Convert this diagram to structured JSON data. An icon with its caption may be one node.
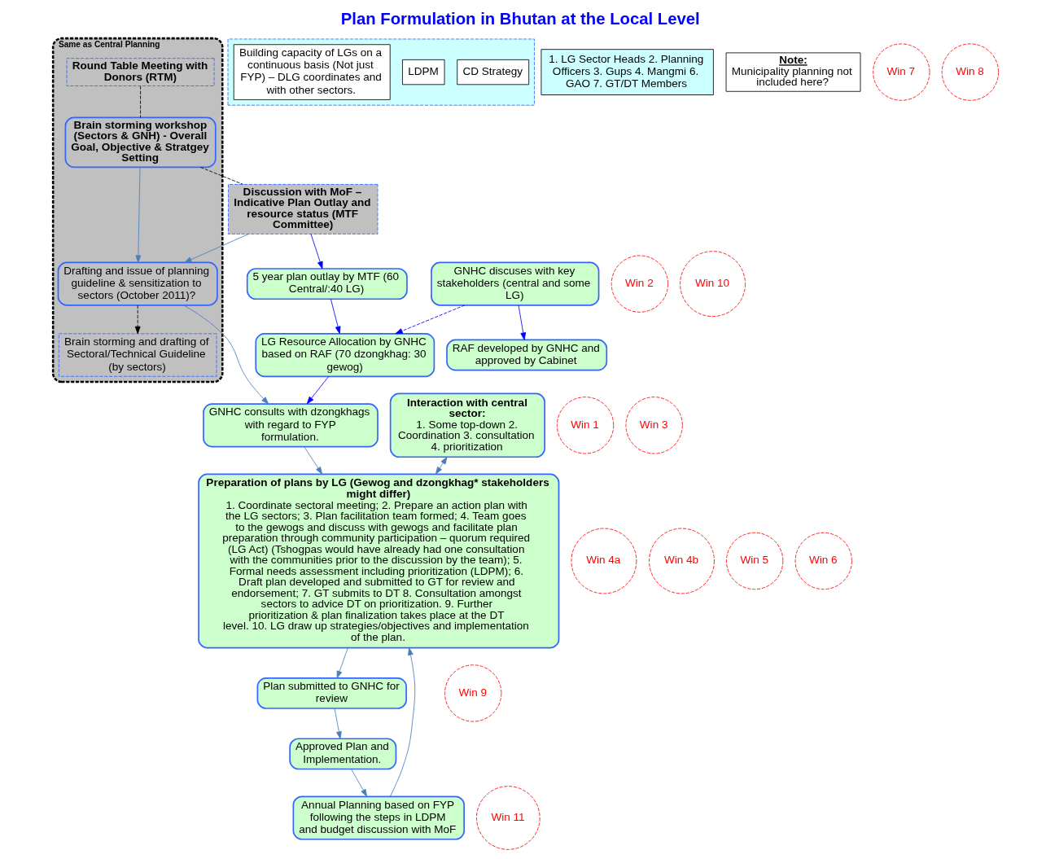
{
  "diagram": {
    "title": "Plan Formulation in Bhutan at the Local Level",
    "nodes": [
      {
        "text": [
          "Same as Central Planning"
        ]
      },
      {
        "text": [
          "Round Table Meeting with Donors (RTM)"
        ],
        "in": 0
      },
      {
        "text": [
          "Brain storming workshop (Sectors & GNH) - Overall Goal, Objective & Stratgey Setting"
        ],
        "in": 0
      },
      {
        "text": [
          "Discussion with MoF – Indicative Plan Outlay and resource status (MTF Committee)"
        ]
      },
      {
        "text": [
          "Brain storming and drafting of Sectoral/Technical Guideline (by sectors)"
        ],
        "in": 0
      },
      {
        "text": [
          "Drafting and issue of planning guideline & sensitization to sectors (October 2011)?"
        ],
        "in": 0
      },
      {
        "text": [
          "5 year plan outlay by MTF (60 Central/:40 LG)"
        ]
      },
      {
        "text": [
          "LG Resource Allocation by GNHC based on RAF (70 dzongkhag: 30 gewog)"
        ]
      },
      {
        "text": [
          "GNHC discuses with key stakeholders (central and some LG)"
        ]
      },
      {
        "text": [
          "RAF developed by GNHC and approved by Cabinet"
        ]
      },
      {
        "text": [
          "Interaction with central sector:",
          "1. Some top-down 2. Coordination 3. consultation 4. prioritization"
        ]
      },
      {
        "text": [
          "GNHC consults with dzongkhags with regard to FYP formulation."
        ]
      },
      {
        "text": [],
        "shape": "box"
      },
      {
        "text": [
          "CD Strategy"
        ],
        "in": 12
      },
      {
        "text": [
          "LDPM"
        ],
        "in": 12
      },
      {
        "text": [
          "Building capacity of LGs on a continuous basis (Not just FYP) – DLG coordinates and with other sectors."
        ],
        "in": 12
      },
      {
        "text": [
          "Preparation of plans by LG (Gewog and dzongkhag* stakeholders might differ)",
          "1. Coordinate sectoral meeting; 2. Prepare an action plan with the LG sectors; 3. Plan facilitation team formed; 4. Team goes to the gewogs and discuss with gewogs and facilitate plan preparation through community participation – quorum required (LG Act) (Tshogpas would have already had one consultation with the communities prior to the discussion by the team); 5. Formal needs assessment including prioritization (LDPM); 6. Draft plan developed and submitted to GT for review and endorsement; 7. GT submits to DT 8. Consultation amongst sectors to advice DT on prioritization. 9. Further prioritization & plan finalization takes place at the DT level. 10. LG draw up strategies/objectives and implementation of the plan."
        ]
      },
      {
        "text": [
          "1. LG Sector Heads 2. Planning Officers 3. Gups 4. Mangmi 6. GAO 7. GT/DT Members"
        ]
      },
      {
        "text": [
          "Plan submitted to GNHC for review"
        ]
      },
      {
        "text": [
          "Approved Plan and Implementation."
        ]
      },
      {
        "text": [
          "Annual Planning based on FYP following the steps in LDPM and budget discussion with MoF"
        ]
      },
      {
        "text": [
          "Note:",
          "Municipality planning not included here?"
        ]
      },
      {
        "text": [
          "Win 1"
        ]
      },
      {
        "text": [
          "Win 2"
        ]
      },
      {
        "text": [
          "Win 3"
        ]
      },
      {
        "text": [
          "Win 4a"
        ]
      },
      {
        "text": [
          "Win 4b"
        ]
      },
      {
        "text": [
          "Win 5"
        ]
      },
      {
        "text": [
          "Win 6"
        ]
      },
      {
        "text": [
          "Win 7"
        ]
      },
      {
        "text": [
          "Win 8"
        ]
      },
      {
        "text": [
          "Win 9"
        ]
      },
      {
        "text": [
          "Win 10"
        ]
      },
      {
        "text": [
          "Win 11"
        ]
      }
    ],
    "edges": [
      {
        "from": 1,
        "to": 2,
        "arrow": "none",
        "style": "dashed",
        "color": "#000000"
      },
      {
        "from": 2,
        "to": 3,
        "arrow": "none",
        "style": "dashed",
        "color": "#000000"
      },
      {
        "from": 2,
        "to": 5,
        "arrow": "to"
      },
      {
        "from": 3,
        "to": 5,
        "arrow": "to"
      },
      {
        "from": 5,
        "to": 4,
        "arrow": "to",
        "style": "dashed",
        "color": "#000000"
      },
      {
        "from": 3,
        "to": 6,
        "arrow": "to",
        "color": "#0000ff"
      },
      {
        "from": 6,
        "to": 7,
        "arrow": "to",
        "color": "#0000ff"
      },
      {
        "from": 7,
        "to": 11,
        "arrow": "to",
        "color": "#0000ff"
      },
      {
        "from": 8,
        "to": 7,
        "arrow": "to",
        "style": "dashed",
        "color": "#0000ff"
      },
      {
        "from": 8,
        "to": 9,
        "arrow": "to",
        "color": "#0000ff"
      },
      {
        "from": 5,
        "to": 11,
        "arrow": "to"
      },
      {
        "from": 11,
        "to": 16,
        "arrow": "to"
      },
      {
        "from": 10,
        "to": 16,
        "arrow": "both"
      },
      {
        "from": 16,
        "to": 18,
        "arrow": "to"
      },
      {
        "from": 18,
        "to": 19,
        "arrow": "to"
      },
      {
        "from": 19,
        "to": 20,
        "arrow": "to"
      },
      {
        "from": 20,
        "to": 16,
        "arrow": "to"
      }
    ]
  }
}
